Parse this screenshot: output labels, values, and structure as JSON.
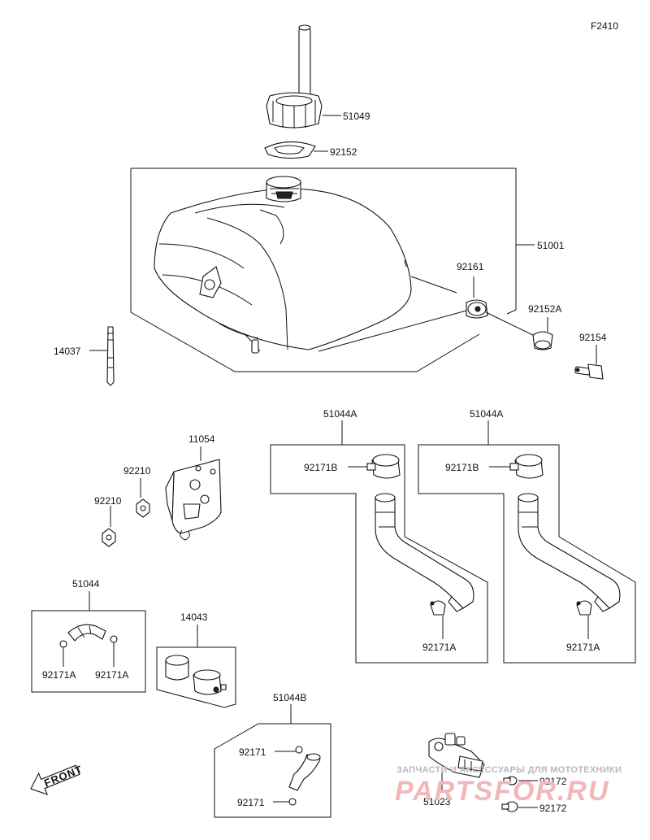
{
  "figure_code": "F2410",
  "front_label": "FRONT",
  "watermark": {
    "line1": "ЗАПЧАСТИ И АКСЕССУАРЫ ДЛЯ МОТОТЕХНИКИ",
    "line2": "PARTSFOR.RU"
  },
  "labels": {
    "p51049": "51049",
    "p92152": "92152",
    "p51001": "51001",
    "p92161": "92161",
    "p92152A": "92152A",
    "p92154": "92154",
    "p14037": "14037",
    "p11054": "11054",
    "p92210a": "92210",
    "p92210b": "92210",
    "p51044A_1": "51044A",
    "p92171B_1": "92171B",
    "p92171A_1": "92171A",
    "p51044A_2": "51044A",
    "p92171B_2": "92171B",
    "p92171A_2": "92171A",
    "p51044": "51044",
    "p92171A_3": "92171A",
    "p92171A_4": "92171A",
    "p14043": "14043",
    "p51044B": "51044B",
    "p92171_1": "92171",
    "p92171_2": "92171",
    "p51023": "51023",
    "p92172_1": "92172",
    "p92172_2": "92172"
  }
}
